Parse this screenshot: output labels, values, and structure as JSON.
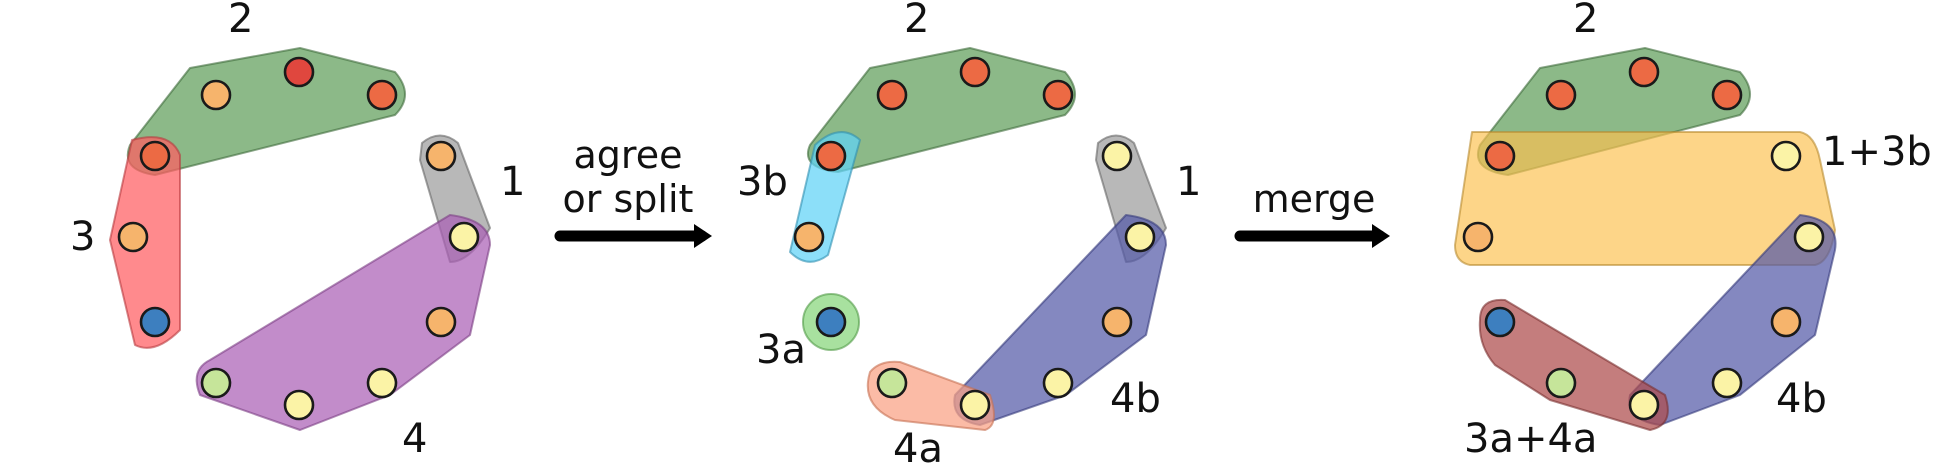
{
  "colors": {
    "node_yellow": "#fbf3a6",
    "node_orange": "#f6b46c",
    "node_red_orange": "#ec6a44",
    "node_red": "#e0473e",
    "node_blue": "#3d7fbf",
    "node_light_green": "#c6e59a",
    "hull_green": "#5f9e5a",
    "hull_gray": "#9d9d9d",
    "hull_red": "#ff5d61",
    "hull_purple": "#ab5fb5",
    "hull_cyan": "#5fd2f7",
    "hull_mint": "#86d67a",
    "hull_salmon": "#f9a183",
    "hull_indigo": "#555aa8",
    "hull_gold": "#fcc14f",
    "hull_maroon": "#ad4b4b"
  },
  "panels": [
    {
      "id": "initial",
      "labels": {
        "cluster_1": "1",
        "cluster_2": "2",
        "cluster_3": "3",
        "cluster_4": "4"
      }
    },
    {
      "id": "after-agree-or-split",
      "labels": {
        "cluster_1": "1",
        "cluster_2": "2",
        "cluster_3a": "3a",
        "cluster_3b": "3b",
        "cluster_4a": "4a",
        "cluster_4b": "4b"
      }
    },
    {
      "id": "after-merge",
      "labels": {
        "cluster_1_3b": "1+3b",
        "cluster_2": "2",
        "cluster_3a_4a": "3a+4a",
        "cluster_4b": "4b"
      }
    }
  ],
  "arrows": [
    {
      "id": "agree-or-split",
      "line1": "agree",
      "line2": "or split"
    },
    {
      "id": "merge",
      "line1": "merge"
    }
  ]
}
